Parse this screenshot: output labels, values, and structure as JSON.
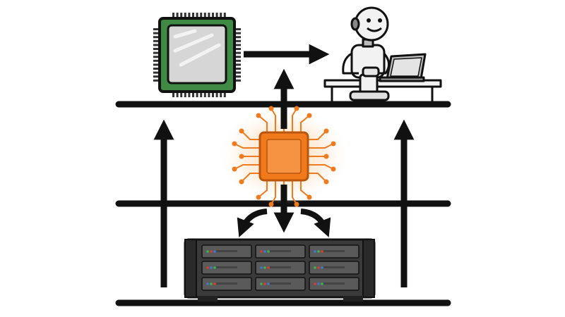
{
  "diagram": {
    "tiers": [
      {
        "name": "compute-tier",
        "contents": [
          "cpu-chip",
          "robot-at-desk"
        ]
      },
      {
        "name": "middle-tier",
        "contents": [
          "ai-chip"
        ]
      },
      {
        "name": "storage-tier",
        "contents": [
          "server-rack"
        ]
      }
    ],
    "server": {
      "rows": 3,
      "drives_per_row": 3
    },
    "colors": {
      "line": "#111111",
      "cpu_board": "#3f8b45",
      "cpu_die": "#d6d6d6",
      "ai_chip": "#f07a1c",
      "ai_glow": "#ffd7ae",
      "server_body": "#3a3a3a",
      "drive": "#5a5a5a",
      "led_green": "#3bb54a",
      "led_red": "#e03a2f",
      "led_blue": "#3a78d6",
      "robot_body": "#f2f2f2",
      "laptop": "#bfbfbf"
    }
  }
}
